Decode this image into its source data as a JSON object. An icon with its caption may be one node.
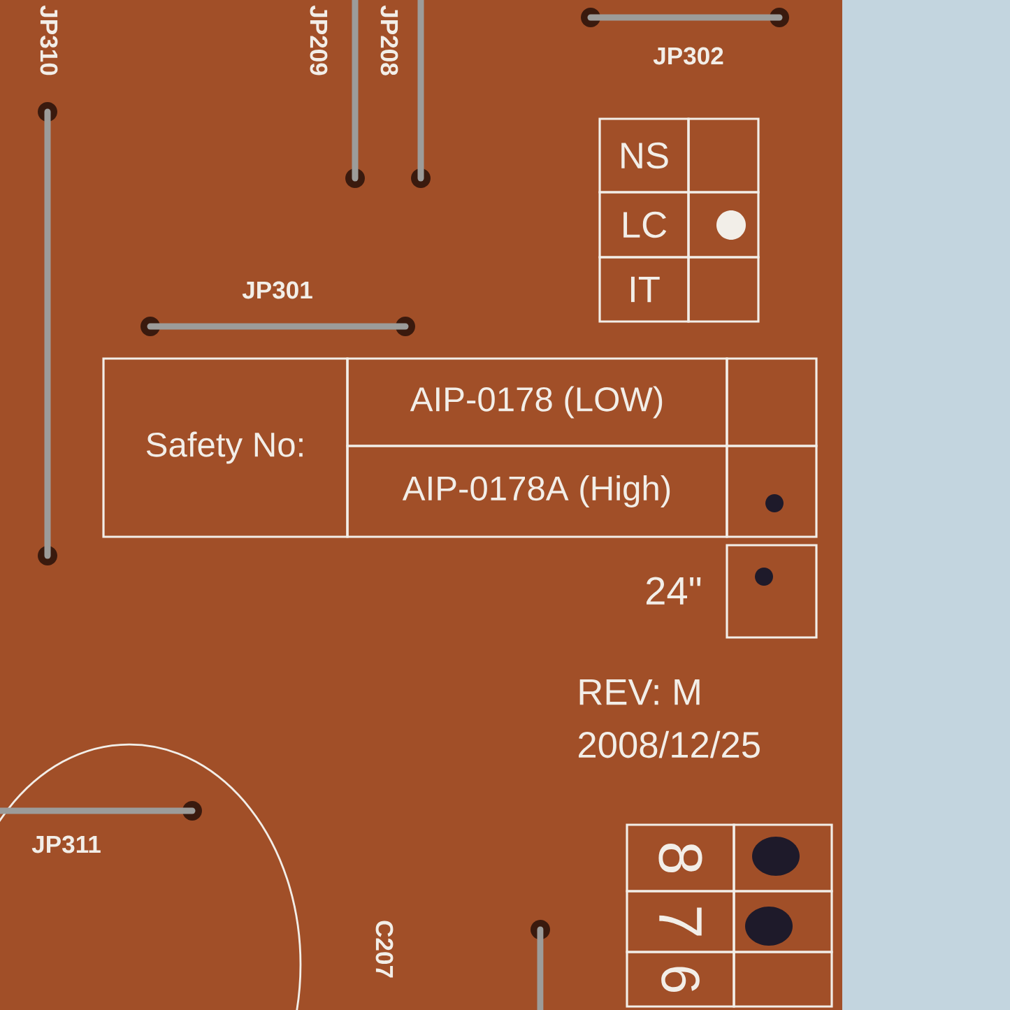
{
  "diagram": {
    "nodes": [
      {
        "text": [
          "NS"
        ]
      },
      {
        "text": [],
        "shape": "box"
      },
      {
        "text": [
          "LC"
        ]
      },
      {
        "text": [],
        "shape": "box"
      },
      {
        "text": [
          "IT"
        ]
      },
      {
        "text": [],
        "shape": "box"
      },
      {
        "text": [
          "Safety No:"
        ]
      },
      {
        "text": [
          "AIP-0178  (LOW)"
        ]
      },
      {
        "text": [],
        "shape": "box"
      },
      {
        "text": [
          "AIP-0178A (High)"
        ]
      },
      {
        "text": [],
        "shape": "box"
      },
      {
        "text": [],
        "shape": "box",
        "beside": [
          "24\""
        ]
      },
      {
        "text": [
          "8"
        ]
      },
      {
        "text": [],
        "shape": "box"
      },
      {
        "text": [
          "7"
        ]
      },
      {
        "text": [],
        "shape": "box"
      },
      {
        "text": [
          "6"
        ]
      },
      {
        "text": [],
        "shape": "box"
      }
    ],
    "labels": [
      "JP310",
      "JP209",
      "JP208",
      "JP302",
      "JP301",
      "REV: M",
      "2008/12/25",
      "JP311",
      "C207"
    ]
  }
}
